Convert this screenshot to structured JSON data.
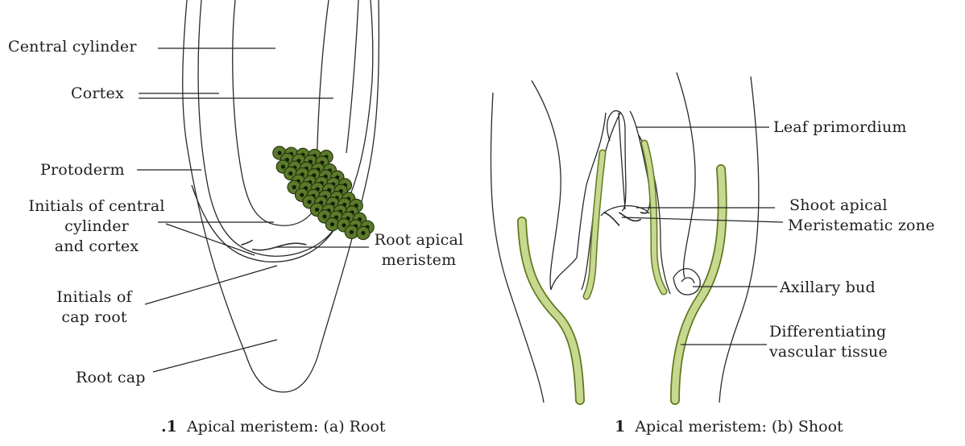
{
  "root_panel": {
    "labels": {
      "central_cylinder": "Central cylinder",
      "cortex": "Cortex",
      "protoderm": "Protoderm",
      "initials_central": [
        "Initials of central",
        "cylinder",
        "and cortex"
      ],
      "root_apical_meristem": [
        "Root apical",
        "meristem"
      ],
      "initials_cap_root": [
        "Initials of",
        "cap root"
      ],
      "root_cap": "Root cap"
    },
    "caption": {
      "number": ".1",
      "text": "Apical meristem: (a) Root"
    }
  },
  "shoot_panel": {
    "labels": {
      "leaf_primordium": "Leaf primordium",
      "shoot_apical": "Shoot apical",
      "meristematic_zone": "Meristematic zone",
      "axillary_bud": "Axillary bud",
      "differentiating_vascular": [
        "Differentiating",
        "vascular tissue"
      ]
    },
    "caption": {
      "number": "1",
      "text": "Apical meristem: (b) Shoot"
    }
  },
  "colors": {
    "outline": "#2a2a2a",
    "cell_fill": "#5b7a2a",
    "cell_border": "#1f2f0c",
    "cell_nucleus": "#141d08",
    "vascular_fill": "#c8d890",
    "vascular_stroke": "#5f7a1e"
  }
}
